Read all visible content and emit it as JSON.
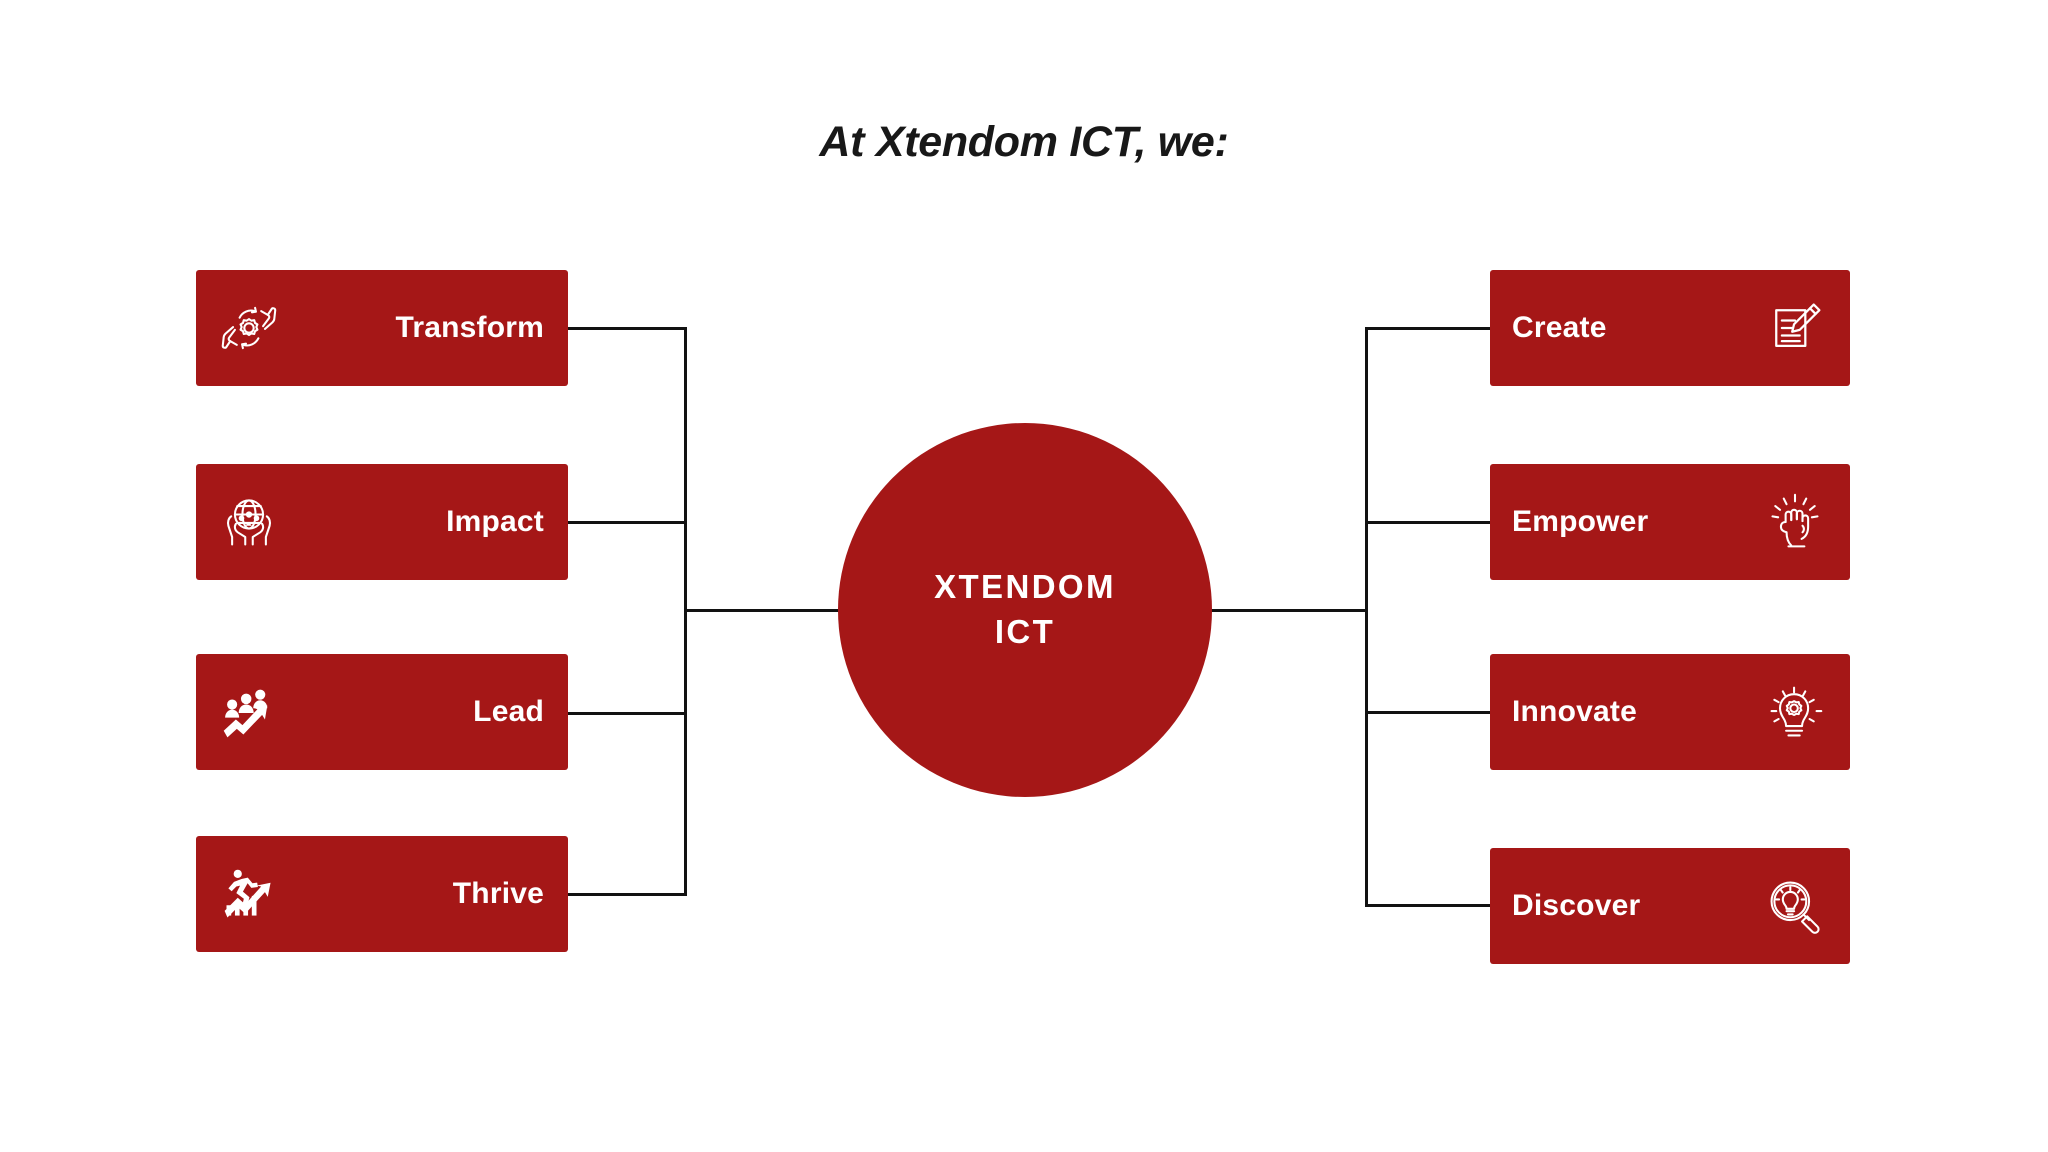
{
  "page": {
    "title": "At Xtendom ICT, we:",
    "background_color": "#FFFFFF",
    "accent_color": "#A51717",
    "text_on_accent": "#FFFFFF",
    "line_color": "#121212"
  },
  "hub": {
    "label": "XTENDOM\nICT",
    "line1": "XTENDOM",
    "line2": "ICT"
  },
  "left_branches": [
    {
      "label": "Transform",
      "icon": "gear-in-hands-icon"
    },
    {
      "label": "Impact",
      "icon": "globe-in-hands-icon"
    },
    {
      "label": "Lead",
      "icon": "people-growth-arrow-icon"
    },
    {
      "label": "Thrive",
      "icon": "running-person-bar-chart-icon"
    }
  ],
  "right_branches": [
    {
      "label": "Create",
      "icon": "document-pencil-icon"
    },
    {
      "label": "Empower",
      "icon": "raised-fist-icon"
    },
    {
      "label": "Innovate",
      "icon": "lightbulb-gear-head-icon"
    },
    {
      "label": "Discover",
      "icon": "magnifier-lightbulb-icon"
    }
  ]
}
